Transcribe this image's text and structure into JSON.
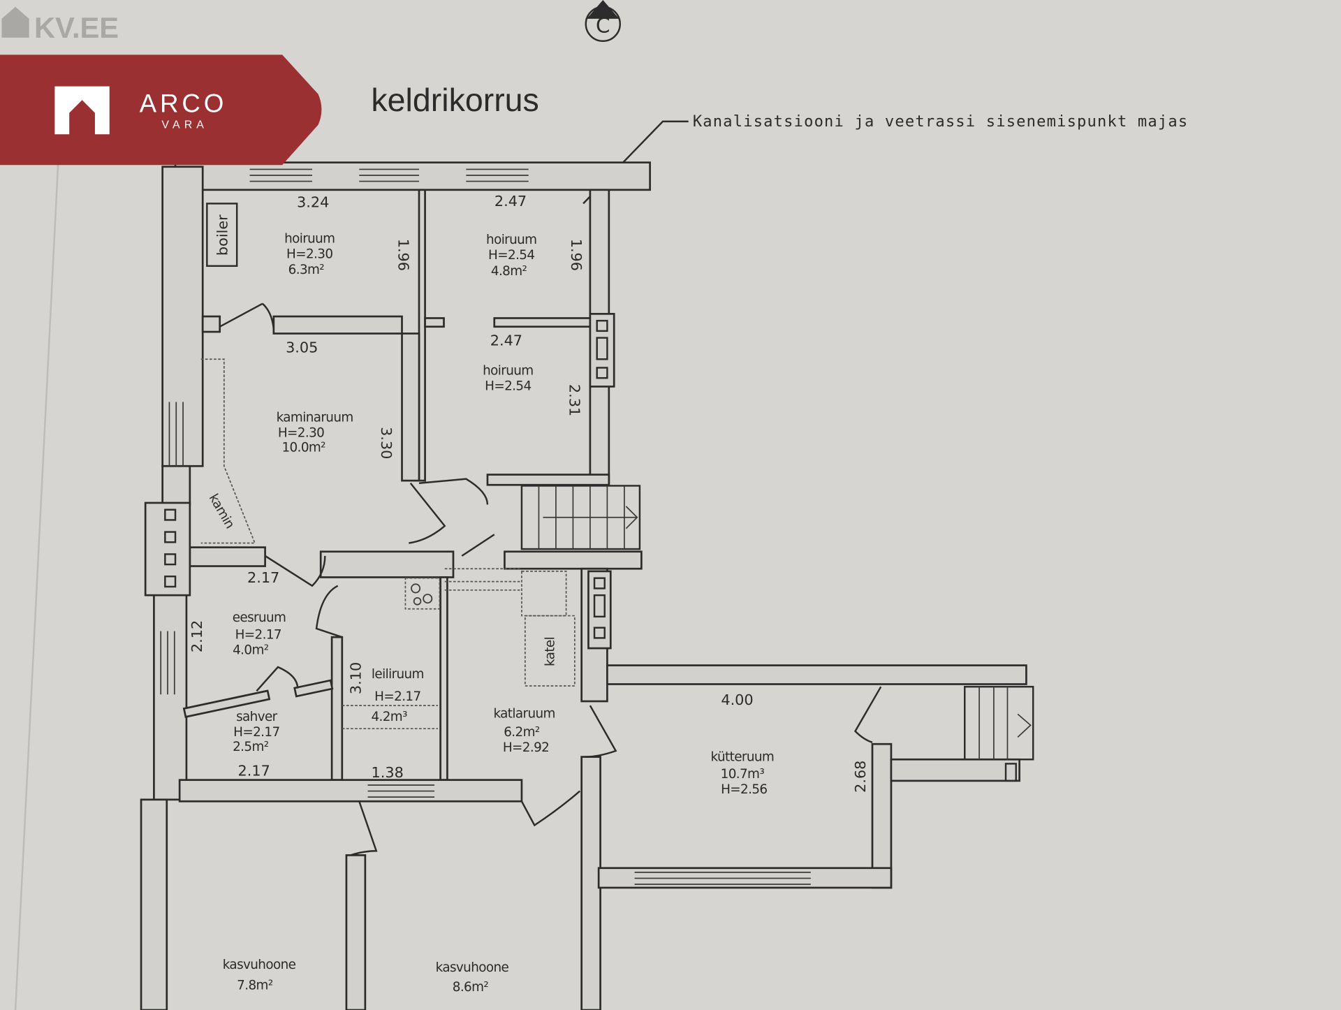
{
  "watermark": "KV.EE",
  "brand": {
    "name": "ARCO",
    "sub": "VARA",
    "color": "#9b3033"
  },
  "compass_label": "C",
  "plan_title": "keldrikorrus",
  "annotation": "Kanalisatsiooni ja veetrassi sisenemispunkt majas",
  "fixtures": {
    "boiler": "boiler",
    "kamin": "kamin",
    "katel": "katel"
  },
  "rooms": [
    {
      "name": "hoiruum",
      "height": "H=2.30",
      "area": "6.3m²"
    },
    {
      "name": "hoiruum",
      "height": "H=2.54",
      "area": "4.8m²"
    },
    {
      "name": "hoiruum",
      "height": "H=2.54"
    },
    {
      "name": "kaminaruum",
      "height": "H=2.30",
      "area": "10.0m²"
    },
    {
      "name": "eesruum",
      "height": "H=2.17",
      "area": "4.0m²"
    },
    {
      "name": "sahver",
      "height": "H=2.17",
      "area": "2.5m²"
    },
    {
      "name": "leiliruum",
      "height": "H=2.17",
      "area": "4.2m³"
    },
    {
      "name": "katlaruum",
      "area": "6.2m²",
      "height": "H=2.92"
    },
    {
      "name": "kütteruum",
      "area": "10.7m³",
      "height": "H=2.56"
    },
    {
      "name": "kasvuhoone",
      "area": "7.8m²"
    },
    {
      "name": "kasvuhoone",
      "area": "8.6m²"
    }
  ],
  "dimensions": [
    "3.24",
    "2.47",
    "1.96",
    "1.96",
    "3.05",
    "2.47",
    "2.31",
    "3.30",
    "2.17",
    "2.12",
    "3.10",
    "2.17",
    "1.38",
    "4.00",
    "2.68"
  ]
}
